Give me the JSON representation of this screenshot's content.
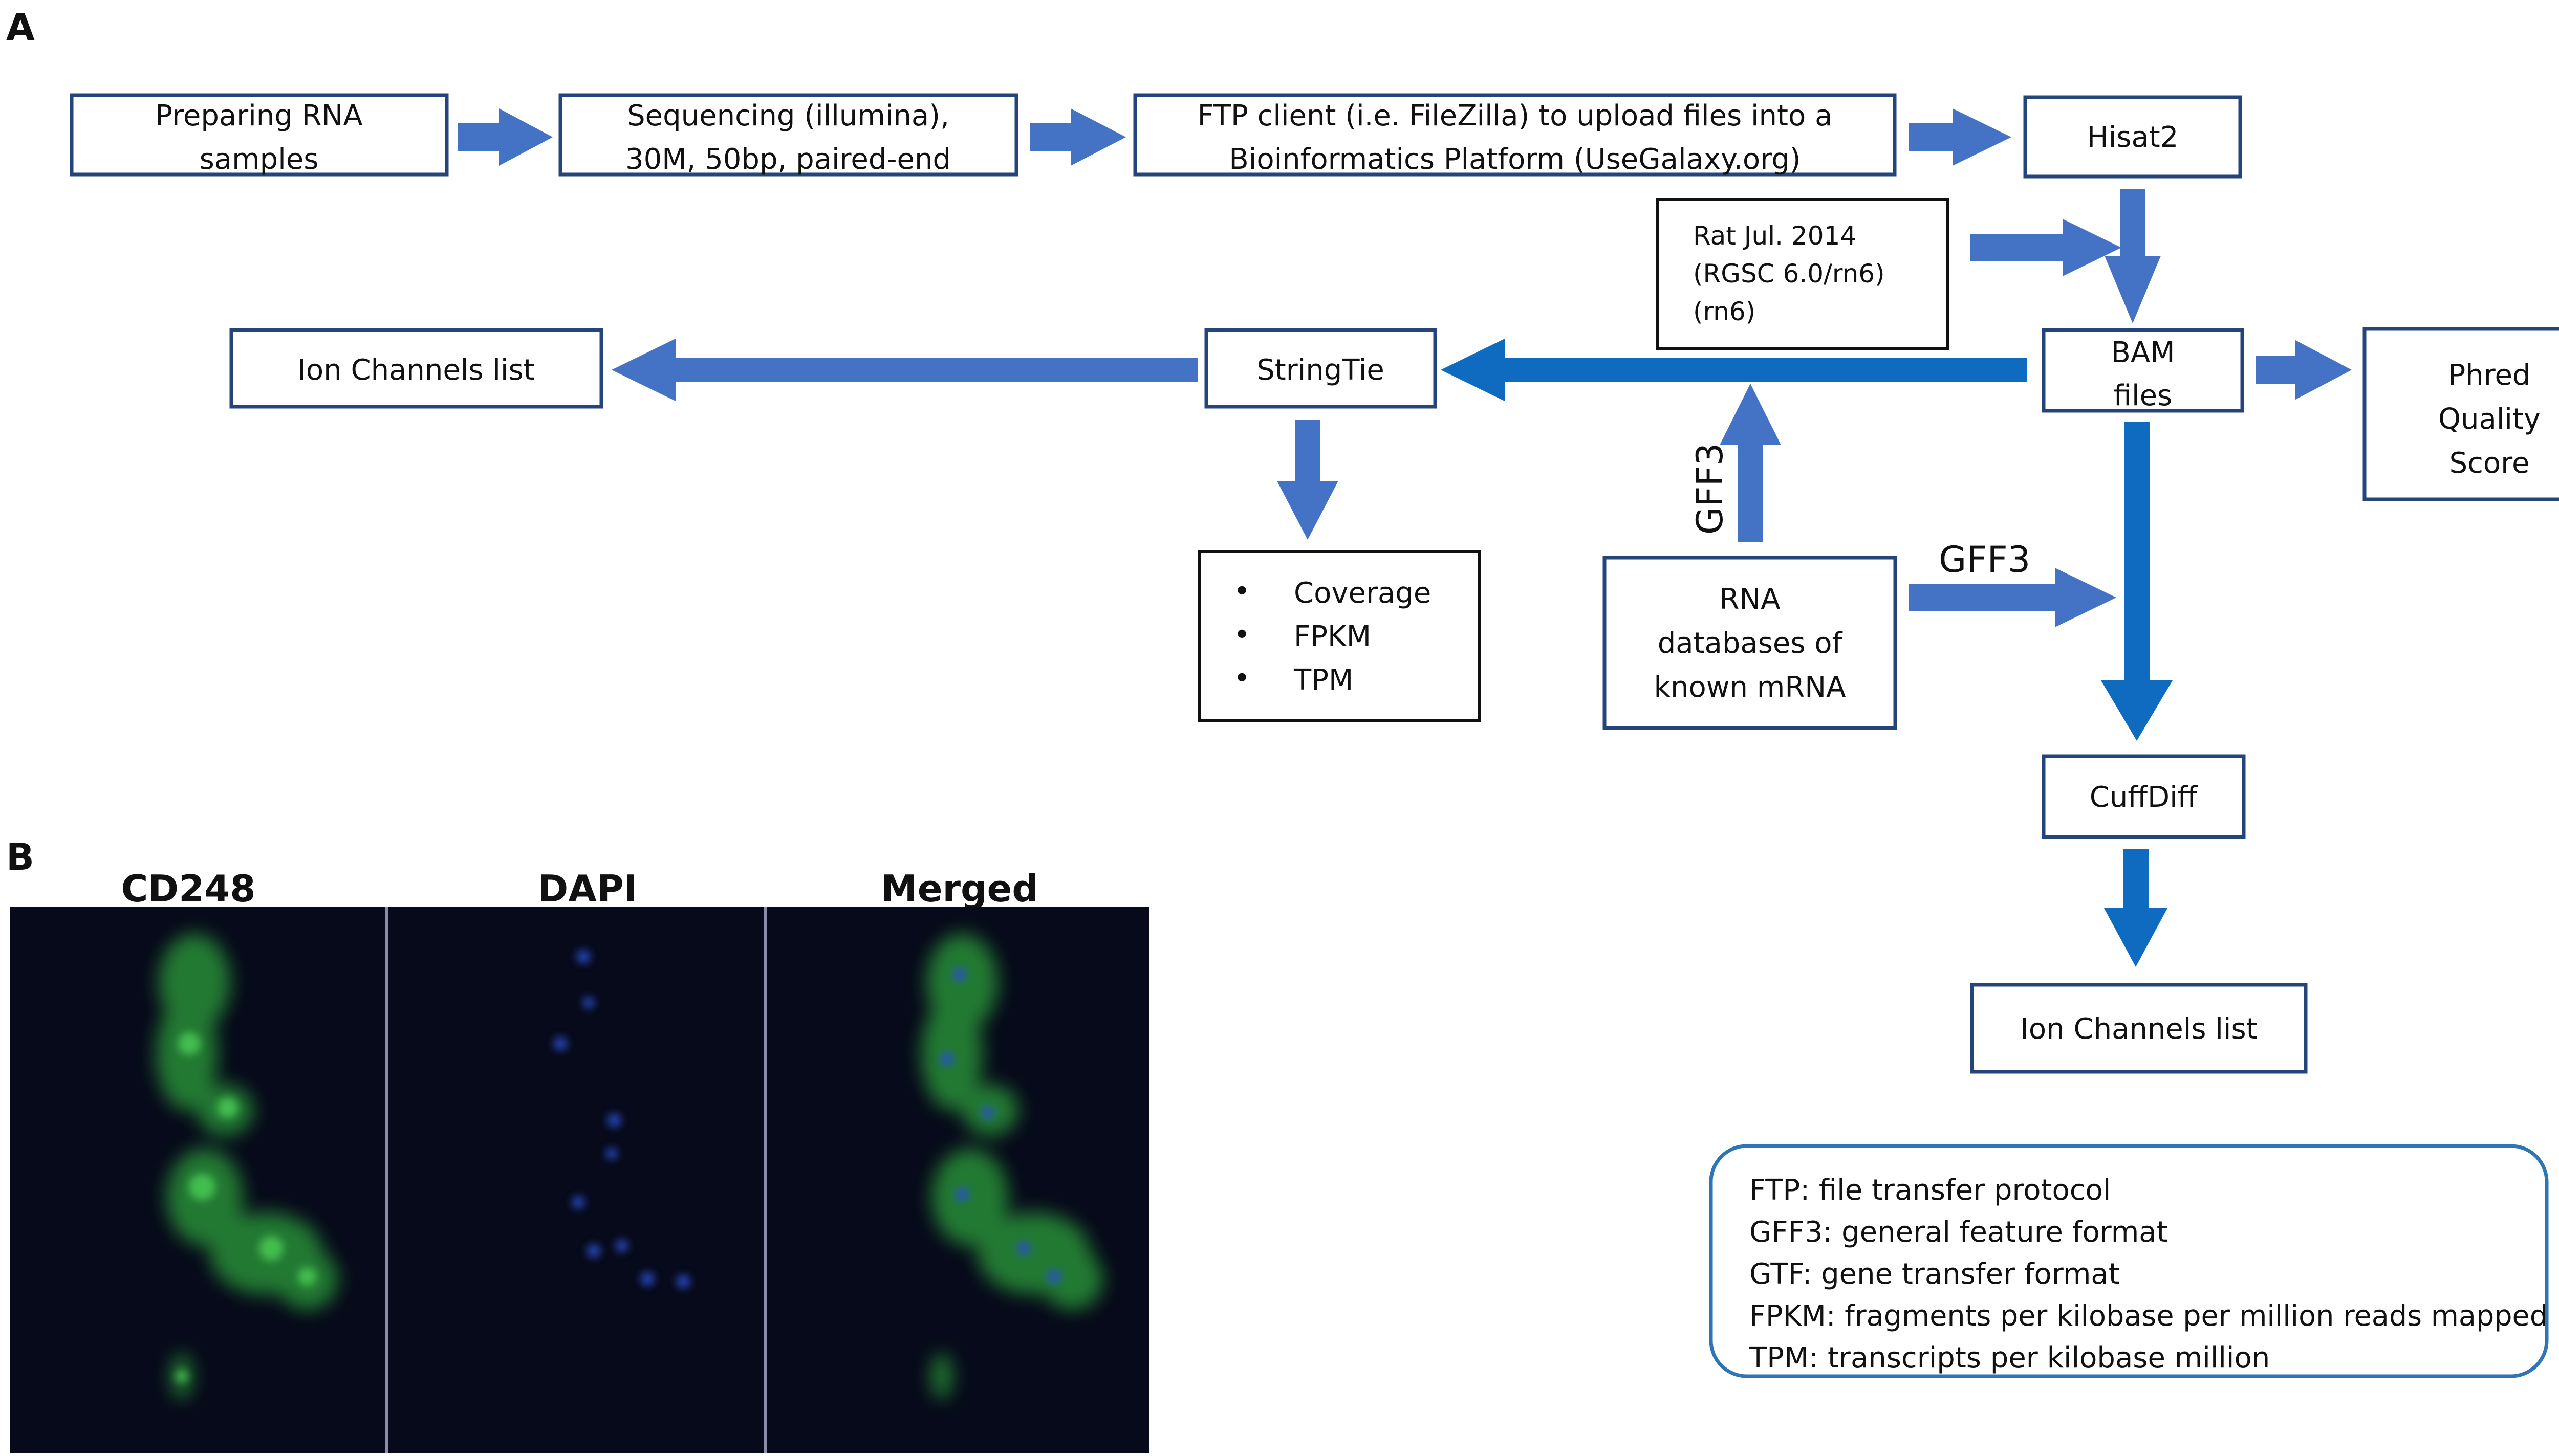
{
  "panel_a": {
    "label": "A",
    "preparing_rna": [
      "Preparing RNA",
      "samples"
    ],
    "sequencing": [
      "Sequencing (illumina),",
      "30M, 50bp, paired-end"
    ],
    "ftp_client": [
      "FTP client (i.e. FileZilla) to upload files into a",
      "Bioinformatics Platform  (UseGalaxy.org)"
    ],
    "hisat2": "Hisat2",
    "rat_ref": [
      "Rat Jul. 2014",
      "(RGSC 6.0/rn6)",
      "(rn6)"
    ],
    "bam": [
      "BAM",
      "files"
    ],
    "phred": [
      "Phred",
      "Quality",
      "Score"
    ],
    "stringtie": "StringTie",
    "ion_channels_left": "Ion Channels list",
    "bullets": [
      "Coverage",
      "FPKM",
      "TPM"
    ],
    "bullet_symbol": "•",
    "rna_db": [
      "RNA",
      "databases of",
      "known mRNA"
    ],
    "gff3_vertical": "GFF3",
    "gff3_horizontal": "GFF3",
    "cuffdiff": "CuffDiff",
    "ion_channels_bottom": "Ion Channels list",
    "legend": [
      "FTP: file transfer protocol",
      "GFF3: general feature format",
      "GTF: gene transfer format",
      "FPKM: fragments per kilobase per million reads mapped",
      "TPM: transcripts per kilobase million"
    ]
  },
  "panel_b": {
    "label": "B",
    "titles": [
      "CD248",
      "DAPI",
      "Merged"
    ]
  },
  "colors": {
    "box_border": "#24457a",
    "arrow_light": "#4472c4",
    "arrow_dark": "#0f6bbf",
    "legend_border": "#2e75b6",
    "micrograph_bg": "#070a1a",
    "cd248_green": "#2faa3c",
    "dapi_blue": "#2a4fd0"
  }
}
